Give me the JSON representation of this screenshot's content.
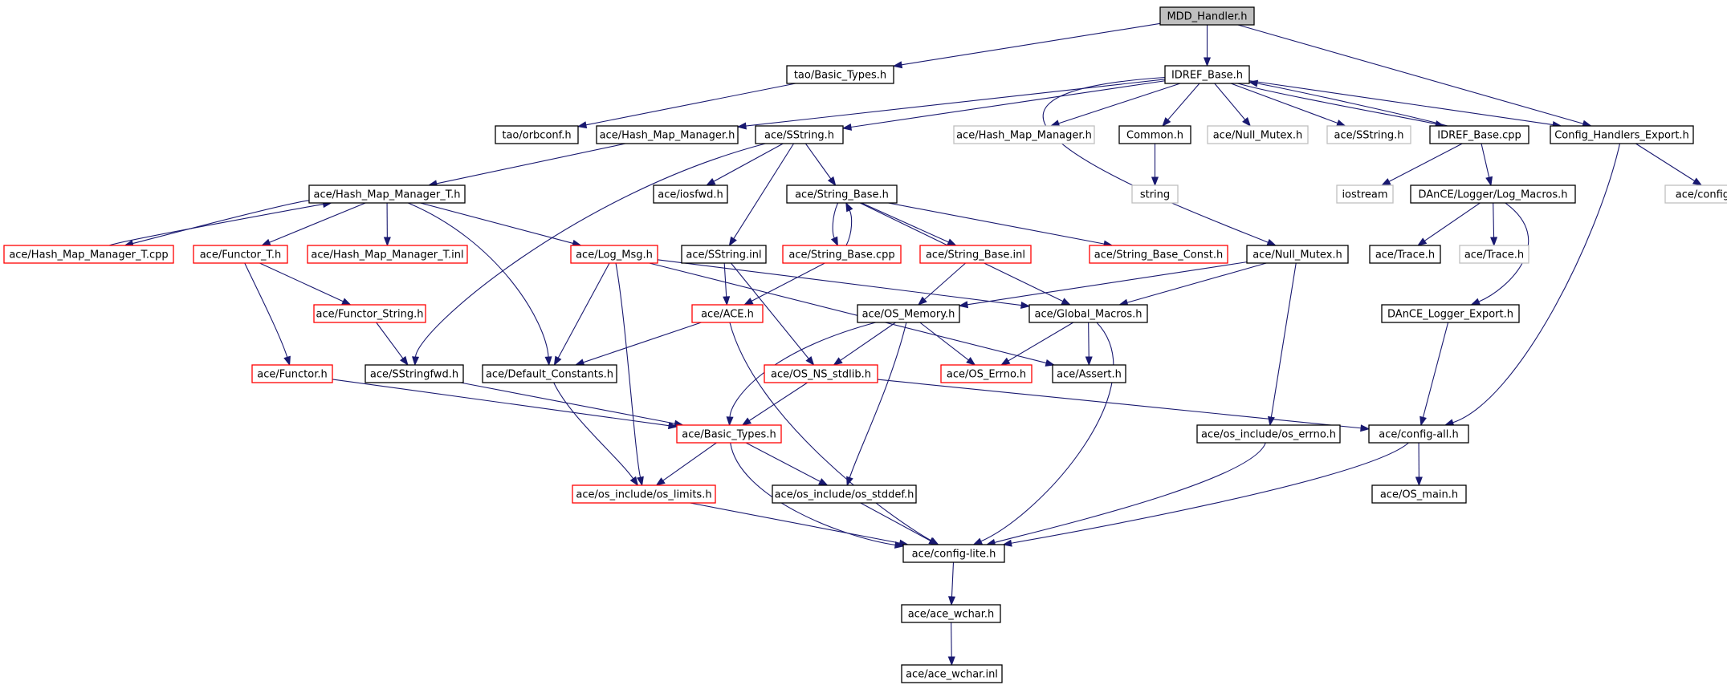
{
  "colors": {
    "edge": "#191970",
    "border_normal": "#000000",
    "border_truncated": "#ff0000",
    "border_external": "#bfbfbf",
    "root_fill": "#bfbfbf",
    "node_fill": "#ffffff"
  },
  "nodes": [
    {
      "id": "mdd_handler_h",
      "label": "MDD_Handler.h",
      "kind": "root"
    },
    {
      "id": "tao_basic_types_h",
      "label": "tao/Basic_Types.h",
      "kind": "normal"
    },
    {
      "id": "idref_base_h",
      "label": "IDREF_Base.h",
      "kind": "normal"
    },
    {
      "id": "tao_orbconf_h",
      "label": "tao/orbconf.h",
      "kind": "normal"
    },
    {
      "id": "ace_hash_map_manager_h",
      "label": "ace/Hash_Map_Manager.h",
      "kind": "normal"
    },
    {
      "id": "ace_sstring_h",
      "label": "ace/SString.h",
      "kind": "normal"
    },
    {
      "id": "ace_hash_map_manager_h_ext",
      "label": "ace/Hash_Map_Manager.h",
      "kind": "external"
    },
    {
      "id": "common_h",
      "label": "Common.h",
      "kind": "normal"
    },
    {
      "id": "ace_null_mutex_h_ext",
      "label": "ace/Null_Mutex.h",
      "kind": "external"
    },
    {
      "id": "ace_sstring_h_ext",
      "label": "ace/SString.h",
      "kind": "external"
    },
    {
      "id": "idref_base_cpp",
      "label": "IDREF_Base.cpp",
      "kind": "normal"
    },
    {
      "id": "config_handlers_export_h",
      "label": "Config_Handlers_Export.h",
      "kind": "normal"
    },
    {
      "id": "string_ext",
      "label": "string",
      "kind": "external"
    },
    {
      "id": "iostream_ext",
      "label": "iostream",
      "kind": "external"
    },
    {
      "id": "dance_log_macros_h",
      "label": "DAnCE/Logger/Log_Macros.h",
      "kind": "normal"
    },
    {
      "id": "ace_config_all_h_ext",
      "label": "ace/config-all.h",
      "kind": "external"
    },
    {
      "id": "ace_hash_map_manager_t_h",
      "label": "ace/Hash_Map_Manager_T.h",
      "kind": "normal"
    },
    {
      "id": "ace_iosfwd_h",
      "label": "ace/iosfwd.h",
      "kind": "normal"
    },
    {
      "id": "ace_string_base_h",
      "label": "ace/String_Base.h",
      "kind": "normal"
    },
    {
      "id": "ace_hash_map_manager_t_cpp",
      "label": "ace/Hash_Map_Manager_T.cpp",
      "kind": "truncated"
    },
    {
      "id": "ace_functor_t_h",
      "label": "ace/Functor_T.h",
      "kind": "truncated"
    },
    {
      "id": "ace_hash_map_manager_t_inl",
      "label": "ace/Hash_Map_Manager_T.inl",
      "kind": "truncated"
    },
    {
      "id": "ace_log_msg_h",
      "label": "ace/Log_Msg.h",
      "kind": "truncated"
    },
    {
      "id": "ace_sstring_inl",
      "label": "ace/SString.inl",
      "kind": "normal"
    },
    {
      "id": "ace_string_base_cpp",
      "label": "ace/String_Base.cpp",
      "kind": "truncated"
    },
    {
      "id": "ace_string_base_inl",
      "label": "ace/String_Base.inl",
      "kind": "truncated"
    },
    {
      "id": "ace_string_base_const_h",
      "label": "ace/String_Base_Const.h",
      "kind": "truncated"
    },
    {
      "id": "ace_null_mutex_h",
      "label": "ace/Null_Mutex.h",
      "kind": "normal"
    },
    {
      "id": "ace_trace_h",
      "label": "ace/Trace.h",
      "kind": "normal"
    },
    {
      "id": "ace_trace_h_ext",
      "label": "ace/Trace.h",
      "kind": "external"
    },
    {
      "id": "ace_functor_string_h",
      "label": "ace/Functor_String.h",
      "kind": "truncated"
    },
    {
      "id": "ace_ace_h",
      "label": "ace/ACE.h",
      "kind": "truncated"
    },
    {
      "id": "ace_os_memory_h",
      "label": "ace/OS_Memory.h",
      "kind": "normal"
    },
    {
      "id": "ace_global_macros_h",
      "label": "ace/Global_Macros.h",
      "kind": "normal"
    },
    {
      "id": "dance_logger_export_h",
      "label": "DAnCE_Logger_Export.h",
      "kind": "normal"
    },
    {
      "id": "ace_functor_h",
      "label": "ace/Functor.h",
      "kind": "truncated"
    },
    {
      "id": "ace_sstringfwd_h",
      "label": "ace/SStringfwd.h",
      "kind": "normal"
    },
    {
      "id": "ace_default_constants_h",
      "label": "ace/Default_Constants.h",
      "kind": "normal"
    },
    {
      "id": "ace_os_ns_stdlib_h",
      "label": "ace/OS_NS_stdlib.h",
      "kind": "truncated"
    },
    {
      "id": "ace_os_errno_h",
      "label": "ace/OS_Errno.h",
      "kind": "truncated"
    },
    {
      "id": "ace_assert_h",
      "label": "ace/Assert.h",
      "kind": "normal"
    },
    {
      "id": "ace_basic_types_h",
      "label": "ace/Basic_Types.h",
      "kind": "truncated"
    },
    {
      "id": "ace_os_include_os_errno_h",
      "label": "ace/os_include/os_errno.h",
      "kind": "normal"
    },
    {
      "id": "ace_config_all_h",
      "label": "ace/config-all.h",
      "kind": "normal"
    },
    {
      "id": "ace_os_include_os_limits_h",
      "label": "ace/os_include/os_limits.h",
      "kind": "truncated"
    },
    {
      "id": "ace_os_include_os_stddef_h",
      "label": "ace/os_include/os_stddef.h",
      "kind": "normal"
    },
    {
      "id": "ace_os_main_h",
      "label": "ace/OS_main.h",
      "kind": "normal"
    },
    {
      "id": "ace_config_lite_h",
      "label": "ace/config-lite.h",
      "kind": "normal"
    },
    {
      "id": "ace_ace_wchar_h",
      "label": "ace/ace_wchar.h",
      "kind": "normal"
    },
    {
      "id": "ace_ace_wchar_inl",
      "label": "ace/ace_wchar.inl",
      "kind": "normal"
    }
  ],
  "edges": [
    [
      "mdd_handler_h",
      "tao_basic_types_h"
    ],
    [
      "mdd_handler_h",
      "idref_base_h"
    ],
    [
      "mdd_handler_h",
      "config_handlers_export_h"
    ],
    [
      "tao_basic_types_h",
      "tao_orbconf_h"
    ],
    [
      "idref_base_h",
      "ace_hash_map_manager_h"
    ],
    [
      "idref_base_h",
      "ace_sstring_h"
    ],
    [
      "idref_base_h",
      "ace_hash_map_manager_h_ext"
    ],
    [
      "idref_base_h",
      "common_h"
    ],
    [
      "idref_base_h",
      "ace_null_mutex_h_ext"
    ],
    [
      "idref_base_h",
      "ace_sstring_h_ext"
    ],
    [
      "idref_base_h",
      "idref_base_cpp"
    ],
    [
      "idref_base_h",
      "config_handlers_export_h"
    ],
    [
      "idref_base_h",
      "ace_null_mutex_h"
    ],
    [
      "idref_base_cpp",
      "idref_base_h"
    ],
    [
      "idref_base_cpp",
      "iostream_ext"
    ],
    [
      "idref_base_cpp",
      "dance_log_macros_h"
    ],
    [
      "common_h",
      "string_ext"
    ],
    [
      "config_handlers_export_h",
      "ace_config_all_h_ext"
    ],
    [
      "config_handlers_export_h",
      "ace_config_all_h"
    ],
    [
      "ace_hash_map_manager_h",
      "ace_hash_map_manager_t_h"
    ],
    [
      "ace_sstring_h",
      "ace_iosfwd_h"
    ],
    [
      "ace_sstring_h",
      "ace_string_base_h"
    ],
    [
      "ace_sstring_h",
      "ace_sstring_inl"
    ],
    [
      "ace_sstring_h",
      "ace_sstringfwd_h"
    ],
    [
      "ace_hash_map_manager_t_h",
      "ace_hash_map_manager_t_cpp"
    ],
    [
      "ace_hash_map_manager_t_h",
      "ace_functor_t_h"
    ],
    [
      "ace_hash_map_manager_t_h",
      "ace_hash_map_manager_t_inl"
    ],
    [
      "ace_hash_map_manager_t_h",
      "ace_log_msg_h"
    ],
    [
      "ace_hash_map_manager_t_h",
      "ace_default_constants_h"
    ],
    [
      "ace_hash_map_manager_t_cpp",
      "ace_hash_map_manager_t_h"
    ],
    [
      "ace_functor_t_h",
      "ace_functor_string_h"
    ],
    [
      "ace_functor_t_h",
      "ace_functor_h"
    ],
    [
      "ace_functor_string_h",
      "ace_sstringfwd_h"
    ],
    [
      "ace_functor_h",
      "ace_basic_types_h"
    ],
    [
      "ace_sstringfwd_h",
      "ace_basic_types_h"
    ],
    [
      "ace_log_msg_h",
      "ace_default_constants_h"
    ],
    [
      "ace_log_msg_h",
      "ace_os_include_os_limits_h"
    ],
    [
      "ace_log_msg_h",
      "ace_global_macros_h"
    ],
    [
      "ace_log_msg_h",
      "ace_assert_h"
    ],
    [
      "ace_string_base_h",
      "ace_string_base_cpp"
    ],
    [
      "ace_string_base_h",
      "ace_string_base_inl"
    ],
    [
      "ace_string_base_h",
      "ace_string_base_const_h"
    ],
    [
      "ace_string_base_h",
      "ace_global_macros_h"
    ],
    [
      "ace_string_base_cpp",
      "ace_string_base_h"
    ],
    [
      "ace_string_base_cpp",
      "ace_ace_h"
    ],
    [
      "ace_string_base_inl",
      "ace_os_memory_h"
    ],
    [
      "ace_sstring_inl",
      "ace_ace_h"
    ],
    [
      "ace_sstring_inl",
      "ace_os_ns_stdlib_h"
    ],
    [
      "ace_ace_h",
      "ace_default_constants_h"
    ],
    [
      "ace_ace_h",
      "ace_config_lite_h"
    ],
    [
      "ace_null_mutex_h",
      "ace_os_memory_h"
    ],
    [
      "ace_null_mutex_h",
      "ace_global_macros_h"
    ],
    [
      "ace_null_mutex_h",
      "ace_os_include_os_errno_h"
    ],
    [
      "ace_os_memory_h",
      "ace_basic_types_h"
    ],
    [
      "ace_os_memory_h",
      "ace_os_ns_stdlib_h"
    ],
    [
      "ace_os_memory_h",
      "ace_os_errno_h"
    ],
    [
      "ace_os_memory_h",
      "ace_os_include_os_stddef_h"
    ],
    [
      "ace_global_macros_h",
      "ace_os_errno_h"
    ],
    [
      "ace_global_macros_h",
      "ace_assert_h"
    ],
    [
      "ace_global_macros_h",
      "ace_config_lite_h"
    ],
    [
      "ace_os_ns_stdlib_h",
      "ace_basic_types_h"
    ],
    [
      "ace_os_ns_stdlib_h",
      "ace_config_all_h"
    ],
    [
      "ace_default_constants_h",
      "ace_os_include_os_limits_h"
    ],
    [
      "ace_basic_types_h",
      "ace_os_include_os_limits_h"
    ],
    [
      "ace_basic_types_h",
      "ace_os_include_os_stddef_h"
    ],
    [
      "ace_basic_types_h",
      "ace_config_lite_h"
    ],
    [
      "ace_os_include_os_limits_h",
      "ace_config_lite_h"
    ],
    [
      "ace_os_include_os_stddef_h",
      "ace_config_lite_h"
    ],
    [
      "ace_os_include_os_errno_h",
      "ace_config_lite_h"
    ],
    [
      "ace_config_all_h",
      "ace_os_main_h"
    ],
    [
      "ace_config_all_h",
      "ace_config_lite_h"
    ],
    [
      "dance_log_macros_h",
      "ace_trace_h"
    ],
    [
      "dance_log_macros_h",
      "ace_trace_h_ext"
    ],
    [
      "dance_log_macros_h",
      "dance_logger_export_h"
    ],
    [
      "dance_logger_export_h",
      "ace_config_all_h"
    ],
    [
      "ace_config_lite_h",
      "ace_ace_wchar_h"
    ],
    [
      "ace_ace_wchar_h",
      "ace_ace_wchar_inl"
    ]
  ]
}
